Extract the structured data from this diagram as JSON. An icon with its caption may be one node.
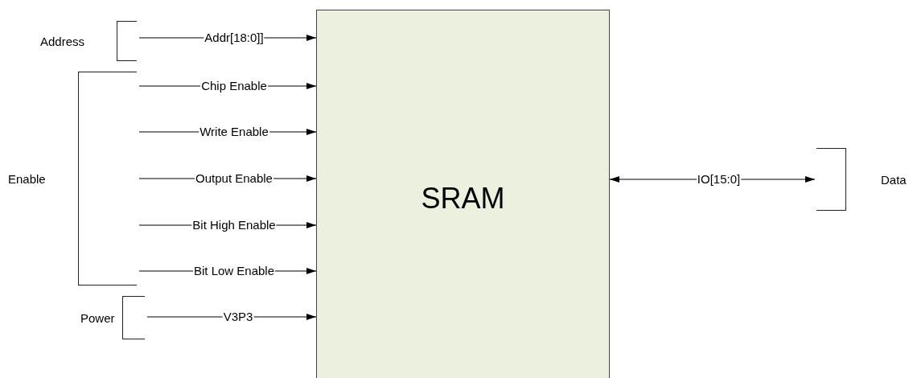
{
  "diagram": {
    "nodes": [
      {
        "text": [
          "Address"
        ]
      },
      {
        "text": [
          "Enable"
        ]
      },
      {
        "text": [
          "Power"
        ]
      },
      {
        "text": [
          "SRAM"
        ]
      },
      {
        "text": [
          "Data"
        ]
      }
    ],
    "edges": [
      {
        "from": 0,
        "to": 3,
        "arrow": "to",
        "label": "Addr[18:0]]"
      },
      {
        "from": 1,
        "to": 3,
        "arrow": "to",
        "label": "Chip Enable"
      },
      {
        "from": 1,
        "to": 3,
        "arrow": "to",
        "label": "Write Enable"
      },
      {
        "from": 1,
        "to": 3,
        "arrow": "to",
        "label": "Output Enable"
      },
      {
        "from": 1,
        "to": 3,
        "arrow": "to",
        "label": "Bit High Enable"
      },
      {
        "from": 1,
        "to": 3,
        "arrow": "to",
        "label": "Bit Low Enable"
      },
      {
        "from": 2,
        "to": 3,
        "arrow": "to",
        "label": "V3P3"
      },
      {
        "from": 3,
        "to": 4,
        "arrow": "both",
        "label": "IO[15:0]"
      }
    ]
  }
}
